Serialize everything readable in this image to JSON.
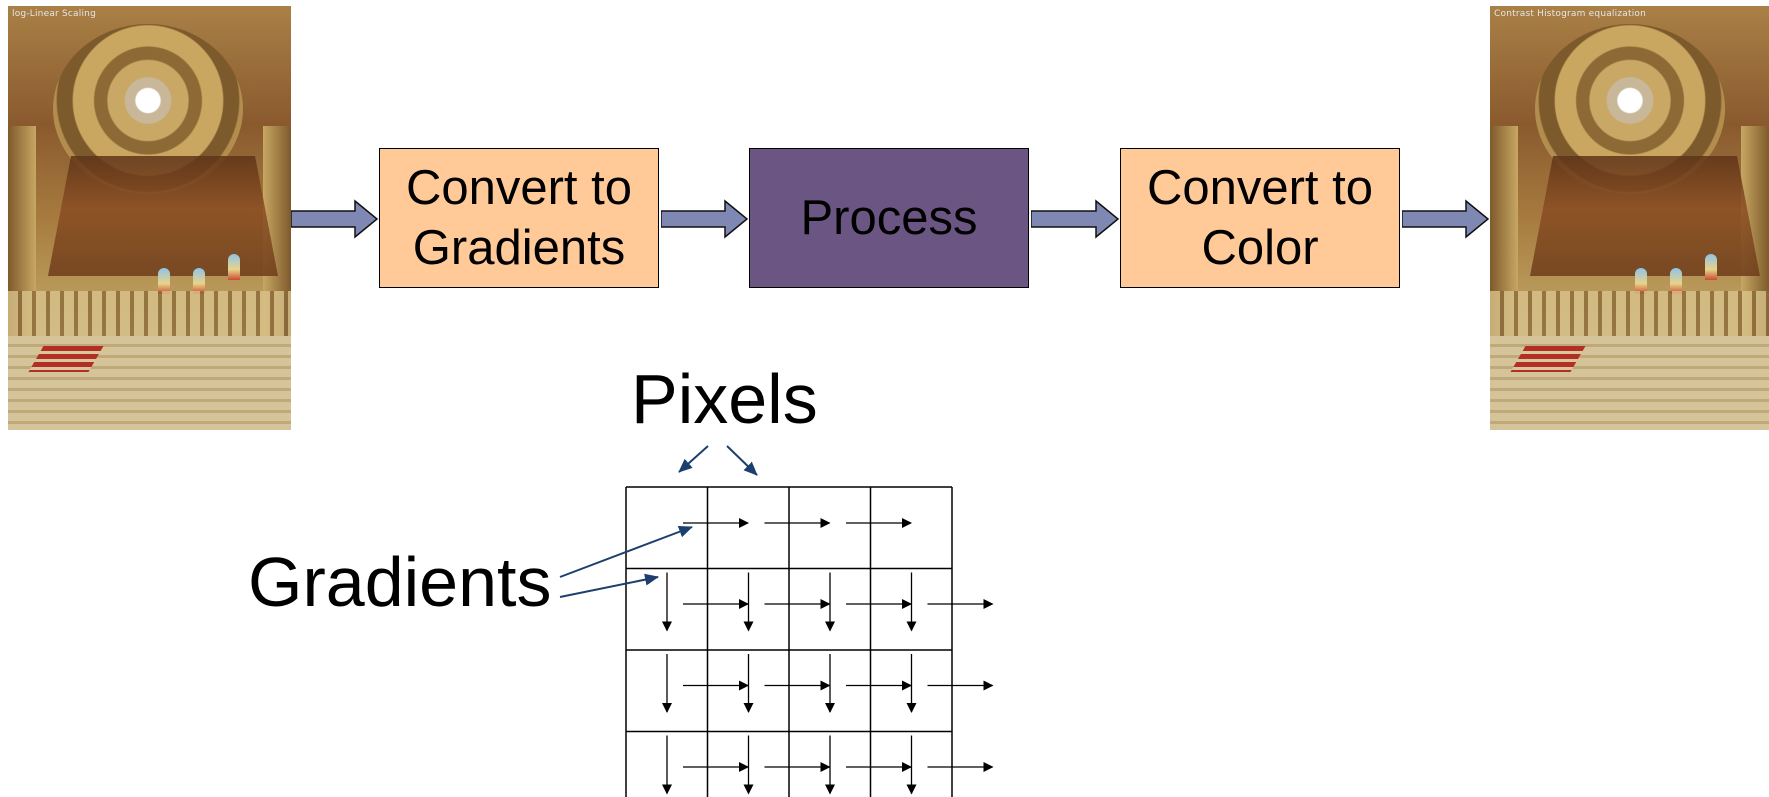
{
  "photos": {
    "left_caption": "log-Linear Scaling",
    "right_caption": "Contrast Histogram equalization"
  },
  "pipeline": {
    "step1_line1": "Convert to",
    "step1_line2": "Gradients",
    "step2": "Process",
    "step3_line1": "Convert to",
    "step3_line2": "Color"
  },
  "labels": {
    "pixels": "Pixels",
    "gradients": "Gradients"
  },
  "colors": {
    "orange_box": "#ffca98",
    "purple_box": "#6b5683",
    "flow_arrow_fill": "#7e88b3",
    "pointer_arrow": "#1d3f6e"
  },
  "icons": {
    "flow_arrow": "block-right-arrow",
    "gradient_arrow": "thin-arrow"
  }
}
